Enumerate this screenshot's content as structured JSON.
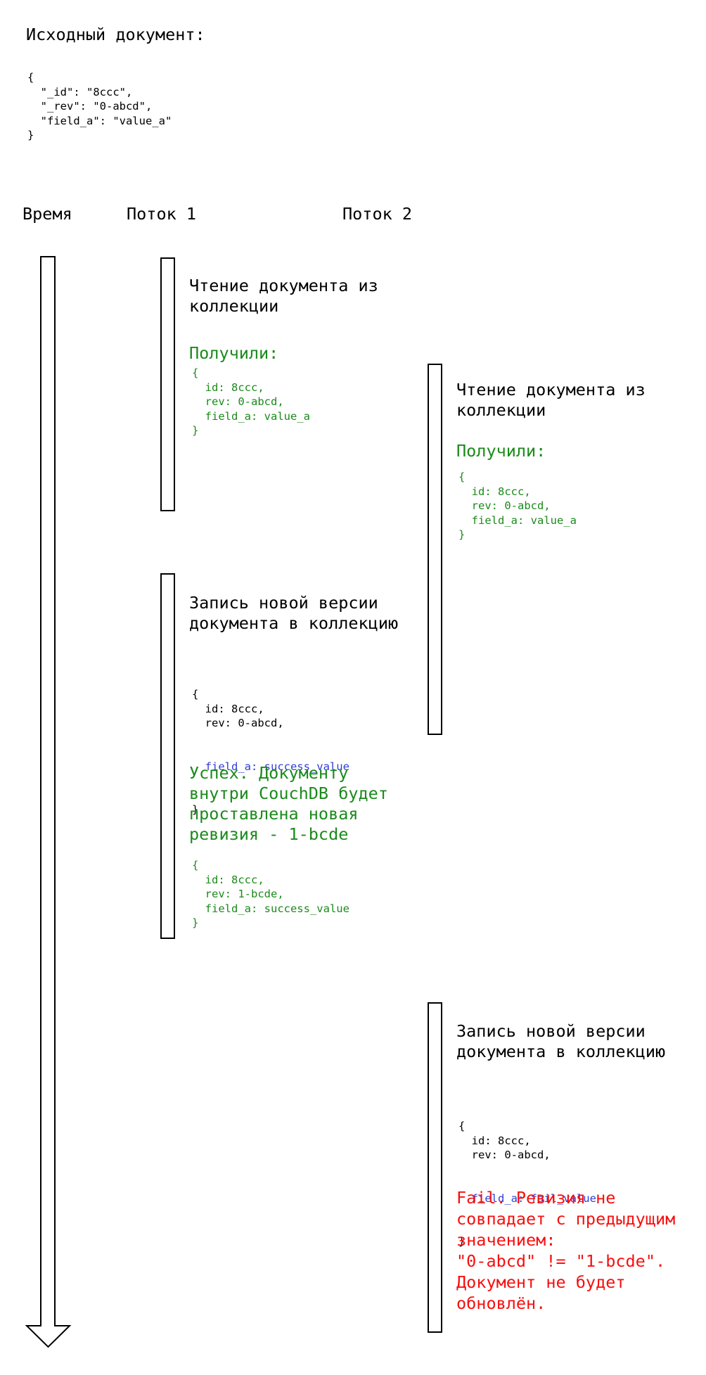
{
  "colors": {
    "green": "#1b8a1b",
    "blue": "#2d3cd7",
    "red": "#f80e0e",
    "black": "#000000"
  },
  "intro": {
    "title": "Исходный документ:",
    "json": "{\n  \"_id\": \"8ccc\",\n  \"_rev\": \"0-abcd\",\n  \"field_a\": \"value_a\"\n}"
  },
  "headers": {
    "time": "Время",
    "thread1": "Поток 1",
    "thread2": "Поток 2"
  },
  "icons": {
    "time_arrow": "down-arrow"
  },
  "thread1": {
    "read": {
      "action": "Чтение документа из\nколлекции",
      "result_label": "Получили:",
      "result_json": "{\n  id: 8ccc,\n  rev: 0-abcd,\n  field_a: value_a\n}"
    },
    "write": {
      "action": "Запись новой версии\nдокумента в коллекцию",
      "json_pre": "{\n  id: 8ccc,\n  rev: 0-abcd,",
      "json_field": "  field_a: success_value",
      "json_post": "}",
      "success_text": "Успех. Документу\nвнутри CouchDB будет\nпроставлена новая\nревизия - 1-bcde",
      "success_json": "{\n  id: 8ccc,\n  rev: 1-bcde,\n  field_a: success_value\n}"
    }
  },
  "thread2": {
    "read": {
      "action": "Чтение документа из\nколлекции",
      "result_label": "Получили:",
      "result_json": "{\n  id: 8ccc,\n  rev: 0-abcd,\n  field_a: value_a\n}"
    },
    "write": {
      "action": "Запись новой версии\nдокумента в коллекцию",
      "json_pre": "{\n  id: 8ccc,\n  rev: 0-abcd,",
      "json_field": "  field_a: fail_value",
      "json_post": "}",
      "fail_text": "Fail. Ревизия не\nсовпадает с предыдущим\nзначением:\n\"0-abcd\" != \"1-bcde\".\nДокумент не будет\nобновлён."
    }
  }
}
